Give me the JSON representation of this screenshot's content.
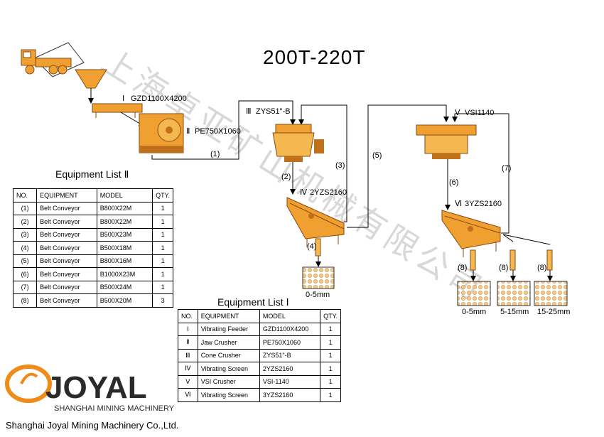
{
  "title": "200T-220T",
  "watermark": "上海卓亚矿山机械有限公司",
  "machines": {
    "feeder": {
      "num": "Ⅰ",
      "model": "GZD1100X4200"
    },
    "jaw": {
      "num": "Ⅱ",
      "model": "PE750X1060"
    },
    "cone": {
      "num": "Ⅲ",
      "model": "ZYS51\"-B"
    },
    "screen1": {
      "num": "Ⅳ",
      "model": "2YZS2160"
    },
    "vsi": {
      "num": "Ⅴ",
      "model": "VSI1140"
    },
    "screen2": {
      "num": "Ⅵ",
      "model": "3YZS2160"
    }
  },
  "conveyors": [
    "(1)",
    "(2)",
    "(3)",
    "(4)",
    "(5)",
    "(6)",
    "(7)",
    "(8)",
    "(8)",
    "(8)"
  ],
  "outputs": {
    "pile1": "0-5mm",
    "pile2": "0-5mm",
    "pile3": "5-15mm",
    "pile4": "15-25mm"
  },
  "list2": {
    "title": "Equipment List Ⅱ",
    "headers": [
      "NO.",
      "EQUIPMENT",
      "MODEL",
      "QTY."
    ],
    "rows": [
      [
        "(1)",
        "Belt Conveyor",
        "B800X22M",
        "1"
      ],
      [
        "(2)",
        "Belt Conveyor",
        "B800X22M",
        "1"
      ],
      [
        "(3)",
        "Belt Conveyor",
        "B500X23M",
        "1"
      ],
      [
        "(4)",
        "Belt Conveyor",
        "B500X18M",
        "1"
      ],
      [
        "(5)",
        "Belt Conveyor",
        "B800X16M",
        "1"
      ],
      [
        "(6)",
        "Belt Conveyor",
        "B1000X23M",
        "1"
      ],
      [
        "(7)",
        "Belt Conveyor",
        "B500X24M",
        "1"
      ],
      [
        "(8)",
        "Belt Conveyor",
        "B500X20M",
        "3"
      ]
    ]
  },
  "list1": {
    "title": "Equipment List Ⅰ",
    "headers": [
      "NO.",
      "EQUIPMENT",
      "MODEL",
      "QTY."
    ],
    "rows": [
      [
        "Ⅰ",
        "Vibrating Feeder",
        "GZD1100X4200",
        "1"
      ],
      [
        "Ⅱ",
        "Jaw Crusher",
        "PE750X1060",
        "1"
      ],
      [
        "Ⅲ",
        "Cone Crusher",
        "ZYS51\"-B",
        "1"
      ],
      [
        "Ⅳ",
        "Vibrating Screen",
        "2YZS2160",
        "1"
      ],
      [
        "Ⅴ",
        "VSI Crusher",
        "VSI-1140",
        "1"
      ],
      [
        "Ⅵ",
        "Vibrating Screen",
        "3YZS2160",
        "1"
      ]
    ]
  },
  "logo": {
    "brand": "JOYAL",
    "tagline": "SHANGHAI MINING MACHINERY",
    "company": "Shanghai Joyal Mining Machinery Co.,Ltd."
  },
  "colors": {
    "machine": "#f0a030",
    "machine_dark": "#c0701a",
    "watermark": "#d8d8d8"
  }
}
